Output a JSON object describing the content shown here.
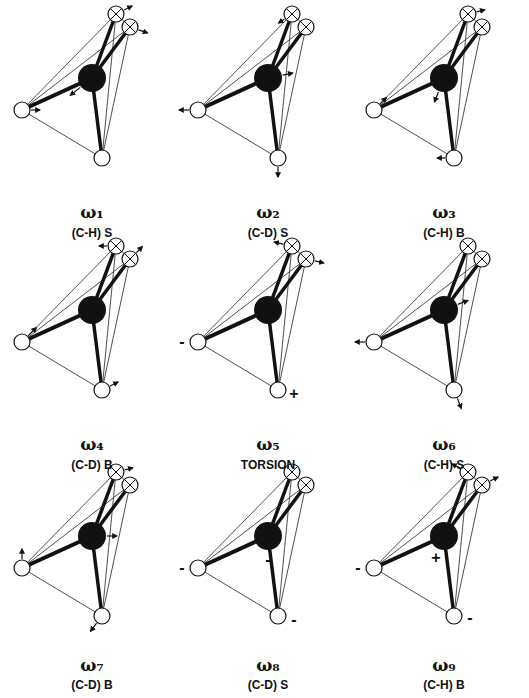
{
  "diagram": {
    "labels": [
      "ω₁",
      "(C-H) S",
      "ω₂",
      "(C-D) S",
      "ω₃",
      "(C-H) B",
      "-",
      "+",
      "ω₄",
      "(C-D) B",
      "ω₅",
      "TORSION",
      "ω₆",
      "(C-H) S",
      "-",
      "-",
      "-",
      "-",
      "+",
      "-",
      "ω₇",
      "(C-D) B",
      "ω₈",
      "(C-D) S",
      "ω₉",
      "(C-H) B"
    ]
  }
}
